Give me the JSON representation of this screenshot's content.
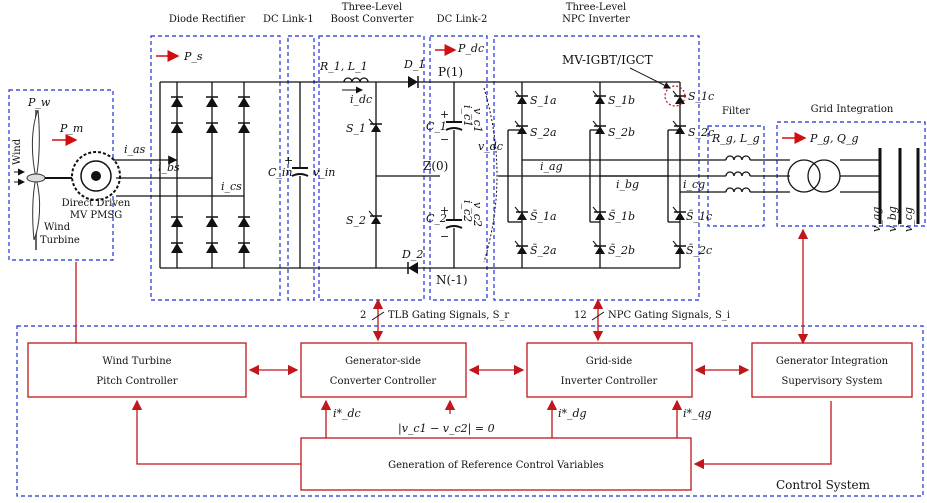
{
  "colors": {
    "circuit": "#111111",
    "section_border": "#1f2fd8",
    "control": "#c0161c",
    "power_arrow": "#d01010",
    "igbt_highlight": "#c0161c"
  },
  "sections": {
    "diode_rectifier": "Diode Rectifier",
    "dc_link_1": "DC Link-1",
    "boost_line1": "Three-Level",
    "boost_line2": "Boost Converter",
    "dc_link_2": "DC Link-2",
    "npc_line1": "Three-Level",
    "npc_line2": "NPC Inverter",
    "filter": "Filter",
    "grid_integration": "Grid Integration"
  },
  "labels": {
    "p_s": "P_s",
    "p_dc": "P_dc",
    "p_w": "P_w",
    "p_m": "P_m",
    "p_g_q_g": "P_g, Q_g",
    "wind": "Wind",
    "generator_line1": "Direct Driven",
    "generator_line2": "MV PMSG",
    "turbine_line1": "Wind",
    "turbine_line2": "Turbine",
    "i_as": "i_as",
    "i_bs": "i_bs",
    "i_cs": "i_cs",
    "c_in": "C_in",
    "v_in": "v_in",
    "r1_l1": "R_1, L_1",
    "i_dc": "i_dc",
    "d1": "D_1",
    "d2": "D_2",
    "s1": "S_1",
    "s2": "S_2",
    "p1": "P(1)",
    "z0": "Z(0)",
    "n1": "N(-1)",
    "c1": "C_1",
    "c2": "C_2",
    "i_c1": "i_c1",
    "i_c2": "i_c2",
    "v_c1": "v_c1",
    "v_c2": "v_c2",
    "v_dc": "v_dc",
    "igbt": "MV-IGBT/IGCT",
    "s1a": "S_1a",
    "s2a": "S_2a",
    "s1b": "S_1b",
    "s2b": "S_2b",
    "s1c": "S_1c",
    "s2c": "S_2c",
    "s1a_bar": "S̄_1a",
    "s2a_bar": "S̄_2a",
    "s1b_bar": "S̄_1b",
    "s2b_bar": "S̄_2b",
    "s1c_bar": "S̄_1c",
    "s2c_bar": "S̄_2c",
    "i_ag": "i_ag",
    "i_bg": "i_bg",
    "i_cg": "i_cg",
    "rg_lg": "R_g, L_g",
    "v_ag": "v_ag",
    "v_bg": "v_bg",
    "v_cg": "v_cg",
    "plus": "+",
    "minus": "−"
  },
  "signals": {
    "tlb_count": "2",
    "tlb_text": "TLB Gating Signals, S_r",
    "npc_count": "12",
    "npc_text": "NPC Gating Signals, S_i"
  },
  "control": {
    "pitch_line1": "Wind Turbine",
    "pitch_line2": "Pitch Controller",
    "gen_line1": "Generator-side",
    "gen_line2": "Converter Controller",
    "grid_line1": "Grid-side",
    "grid_line2": "Inverter Controller",
    "sup_line1": "Generator Integration",
    "sup_line2": "Supervisory System",
    "ref_box": "Generation of Reference Control Variables",
    "i_dc_ref": "i*_dc",
    "i_dg_ref": "i*_dg",
    "i_qg_ref": "i*_qg",
    "balance": "|v_c1 − v_c2| = 0",
    "system_title": "Control System"
  }
}
